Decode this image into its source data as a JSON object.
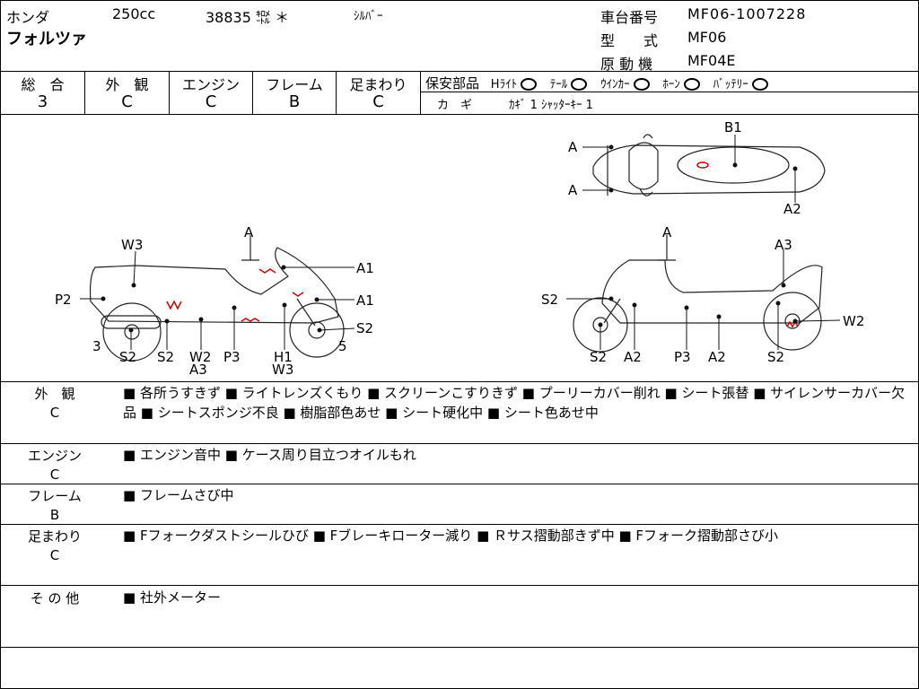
{
  "header": {
    "maker": "ホンダ",
    "displacement": "250cc",
    "mileage": "38835 ㌖ ＊",
    "color": "ｼﾙﾊﾞｰ",
    "model_name": "フォルツァ",
    "frame_no_label": "車台番号",
    "frame_no": "MF06-1007228",
    "type_label": "型　　式",
    "type_value": "MF06",
    "engine_label": "原 動 機",
    "engine_value": "MF04E"
  },
  "grades": [
    {
      "label": "総　合",
      "value": "3"
    },
    {
      "label": "外　観",
      "value": "C"
    },
    {
      "label": "エンジン",
      "value": "C"
    },
    {
      "label": "フレーム",
      "value": "B"
    },
    {
      "label": "足まわり",
      "value": "C"
    }
  ],
  "safety": {
    "label": "保安部品",
    "items": [
      "Hﾗｲﾄ",
      "ﾃｰﾙ",
      "ｳｲﾝｶｰ",
      "ﾎｰﾝ",
      "ﾊﾞｯﾃﾘｰ"
    ],
    "key_label": "カ　ギ",
    "key_value": "ｶｷﾞ 1 ｼｬｯﾀｰｷｰ 1"
  },
  "diagram": {
    "top_labels": [
      "A",
      "A",
      "B1",
      "A2"
    ],
    "left_labels": [
      "A",
      "W3",
      "P2",
      "A1",
      "A1",
      "S2",
      "3",
      "5",
      "S2",
      "S2",
      "W2",
      "A3",
      "P3",
      "H1",
      "W3"
    ],
    "right_labels": [
      "A",
      "A3",
      "S2",
      "W2",
      "S2",
      "A2",
      "P3",
      "A2",
      "S2"
    ]
  },
  "sections": [
    {
      "label": "外　観",
      "grade": "C",
      "text": "■ 各所うすきず ■ ライトレンズくもり ■ スクリーンこすりきず ■ プーリーカバー削れ ■ シート張替 ■ サイレンサーカバー欠品 ■ シートスポンジ不良 ■ 樹脂部色あせ ■ シート硬化中 ■ シート色あせ中"
    },
    {
      "label": "エンジン",
      "grade": "C",
      "text": "■ エンジン音中 ■ ケース周り目立つオイルもれ"
    },
    {
      "label": "フレーム",
      "grade": "B",
      "text": "■ フレームさび中"
    },
    {
      "label": "足まわり",
      "grade": "C",
      "text": "■ Fフォークダストシールひび ■ Fブレーキローター減り ■ Ｒサス摺動部きず中 ■ Fフォーク摺動部さび小"
    },
    {
      "label": "そ の 他",
      "grade": "",
      "text": "■ 社外メーター"
    }
  ]
}
